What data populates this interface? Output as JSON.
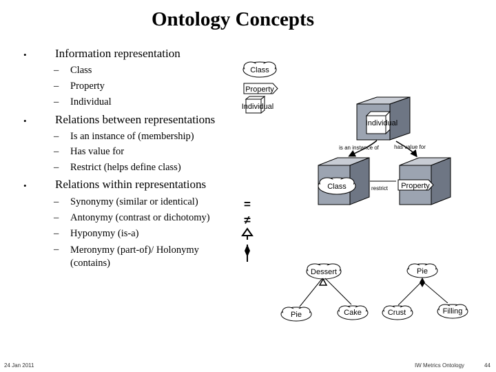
{
  "title": "Ontology Concepts",
  "bullets": [
    {
      "text": "Information representation",
      "subs": [
        "Class",
        "Property",
        "Individual"
      ]
    },
    {
      "text": "Relations between representations",
      "subs": [
        "Is an instance of (membership)",
        "Has value for",
        "Restrict (helps define class)"
      ]
    },
    {
      "text": "Relations within representations",
      "subs": [
        "Synonymy (similar or identical)",
        "Antonymy (contrast or dichotomy)",
        "Hyponymy (is-a)",
        "Meronymy (part-of)/ Holonymy (contains)"
      ]
    }
  ],
  "bullet_marker": "•",
  "dash_marker": "–",
  "legend": {
    "class": "Class",
    "property": "Property",
    "individual": "Individual"
  },
  "diagram": {
    "individual": "Individual",
    "instance_of": "is an instance of",
    "has_value_for": "has value for",
    "class": "Class",
    "restrict": "restrict",
    "property": "Property"
  },
  "symbols": {
    "synonymy": "=",
    "antonymy": "≠"
  },
  "hyponymy": {
    "dessert": "Dessert",
    "pie": "Pie",
    "cake": "Cake"
  },
  "meronymy": {
    "pie": "Pie",
    "crust": "Crust",
    "filling": "Filling"
  },
  "footer": {
    "date": "24 Jan 2011",
    "source": "IW Metrics Ontology",
    "page": "44"
  }
}
